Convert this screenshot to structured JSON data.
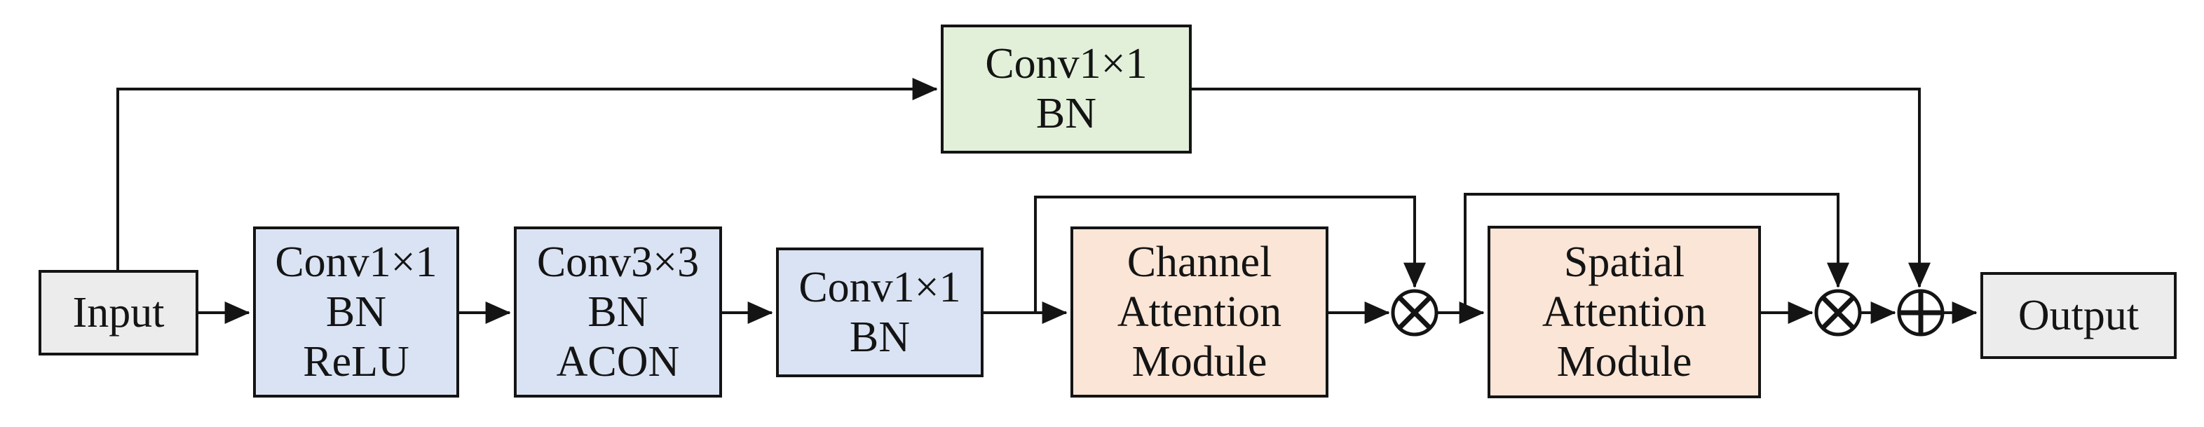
{
  "figure": {
    "description": "Bottleneck block diagram with convolution layers, channel and spatial attention modules, and skip connections",
    "background": "#ffffff",
    "line_color": "#141414"
  },
  "nodes": {
    "input": {
      "label": "Input",
      "fill": "#ececec"
    },
    "conv1": {
      "lines": [
        "Conv1×1",
        "BN",
        "ReLU"
      ],
      "fill": "#dae3f3"
    },
    "conv2": {
      "lines": [
        "Conv3×3",
        "BN",
        "ACON"
      ],
      "fill": "#dae3f3"
    },
    "conv3": {
      "lines": [
        "Conv1×1",
        "BN"
      ],
      "fill": "#dae3f3"
    },
    "skip_conv": {
      "lines": [
        "Conv1×1",
        "BN"
      ],
      "fill": "#e2f0d9"
    },
    "cam": {
      "lines": [
        "Channel",
        "Attention",
        "Module"
      ],
      "fill": "#fbe5d6"
    },
    "sam": {
      "lines": [
        "Spatial",
        "Attention",
        "Module"
      ],
      "fill": "#fbe5d6"
    },
    "output": {
      "label": "Output",
      "fill": "#ececec"
    }
  },
  "operators": {
    "multiply1": {
      "symbol": "⊗",
      "name": "element-wise multiply"
    },
    "multiply2": {
      "symbol": "⊗",
      "name": "element-wise multiply"
    },
    "add": {
      "symbol": "⊕",
      "name": "element-wise add"
    }
  },
  "edges": [
    {
      "from": "input",
      "to": "conv1"
    },
    {
      "from": "conv1",
      "to": "conv2"
    },
    {
      "from": "conv2",
      "to": "conv3"
    },
    {
      "from": "conv3",
      "to": "cam"
    },
    {
      "from": "cam",
      "to": "multiply1"
    },
    {
      "from": "conv3",
      "to": "multiply1",
      "type": "skip"
    },
    {
      "from": "multiply1",
      "to": "sam"
    },
    {
      "from": "sam",
      "to": "multiply2"
    },
    {
      "from": "multiply1",
      "to": "multiply2",
      "type": "skip"
    },
    {
      "from": "multiply2",
      "to": "add"
    },
    {
      "from": "input",
      "to": "skip_conv",
      "type": "skip"
    },
    {
      "from": "skip_conv",
      "to": "add",
      "type": "skip"
    },
    {
      "from": "add",
      "to": "output"
    }
  ]
}
